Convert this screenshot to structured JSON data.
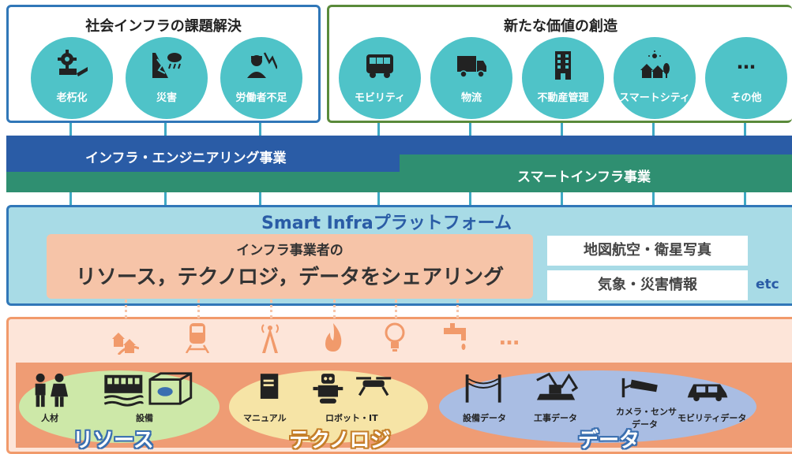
{
  "colors": {
    "teal": "#4fc3c8",
    "blue_band": "#2a5ca6",
    "green_band": "#2f8f71",
    "platform_bg": "#a8dbe6",
    "platform_border": "#3077b8",
    "salmon": "#f6c4a8",
    "orange_icon": "#f19a6b",
    "bottom_bar": "#ef9c74"
  },
  "challenges": {
    "title": "社会インフラの課題解決",
    "items": [
      {
        "label": "老朽化",
        "icon": "gear-bridge-icon"
      },
      {
        "label": "災害",
        "icon": "landslide-rain-icon"
      },
      {
        "label": "労働者不足",
        "icon": "worker-decline-icon"
      }
    ]
  },
  "value": {
    "title": "新たな価値の創造",
    "items": [
      {
        "label": "モビリティ",
        "icon": "bus-icon"
      },
      {
        "label": "物流",
        "icon": "truck-icon"
      },
      {
        "label": "不動産管理",
        "icon": "building-icon"
      },
      {
        "label": "スマートシティ",
        "icon": "smart-city-icon"
      },
      {
        "label": "その他",
        "icon": "ellipsis-icon",
        "glyph": "…"
      }
    ]
  },
  "bands": {
    "engineering": "インフラ・エンジニアリング事業",
    "smart": "スマートインフラ事業"
  },
  "platform": {
    "title": "Smart Infraプラットフォーム",
    "sharing_line1": "インフラ事業者の",
    "sharing_line2": "リソース，テクノロジ，データをシェアリング",
    "side1": "地図航空・衛星写真",
    "side2": "気象・災害情報",
    "etc": "etc"
  },
  "infra_icons": [
    "houses-icon",
    "train-icon",
    "radio-tower-icon",
    "fire-icon",
    "lightbulb-icon",
    "faucet-icon"
  ],
  "infra_more": "…",
  "resources": {
    "items": [
      "人材",
      "設備"
    ],
    "label": "リソース"
  },
  "technology": {
    "items": [
      "マニュアル",
      "ロボット・IT"
    ],
    "label": "テクノロジ"
  },
  "data": {
    "items": [
      "設備データ",
      "工事データ",
      "カメラ・センサ",
      "データ",
      "モビリティデータ"
    ],
    "label": "データ"
  }
}
